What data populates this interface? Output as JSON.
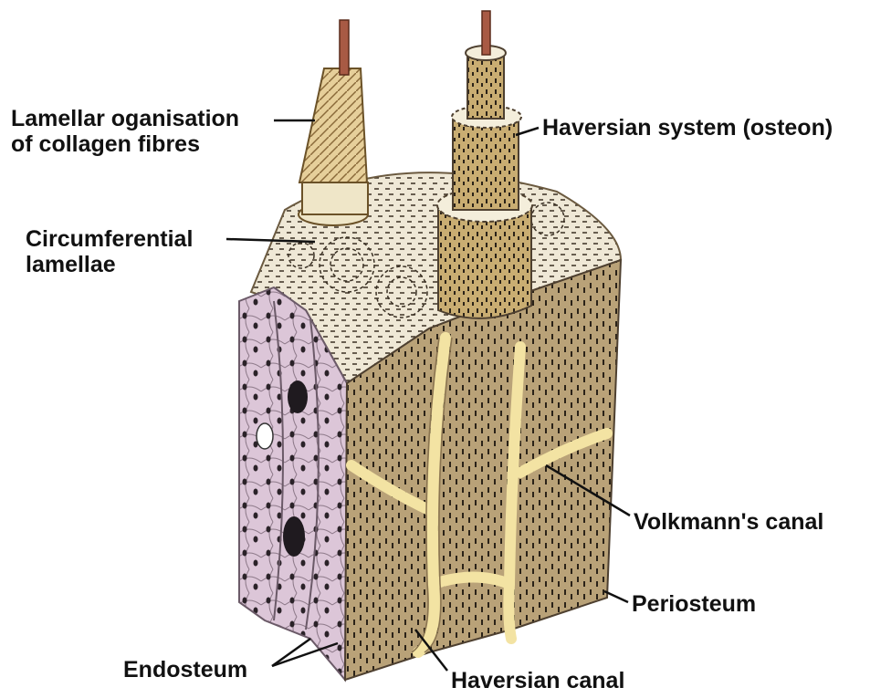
{
  "labels": {
    "lamellar_line1": "Lamellar oganisation",
    "lamellar_line2": "of collagen fibres",
    "haversian_system": "Haversian system (osteon)",
    "circumferential_line1": "Circumferential",
    "circumferential_line2": "lamellae",
    "volkmanns_canal": "Volkmann's canal",
    "periosteum": "Periosteum",
    "endosteum": "Endosteum",
    "haversian_canal": "Haversian canal"
  },
  "colors": {
    "bone_tan": "#b9a278",
    "bone_dark": "#7d6a4b",
    "canal_yellow": "#f3e3a3",
    "endosteum_pink": "#dcc6d8",
    "top_cream": "#efe8d6",
    "vessel_red": "#a85a44"
  }
}
